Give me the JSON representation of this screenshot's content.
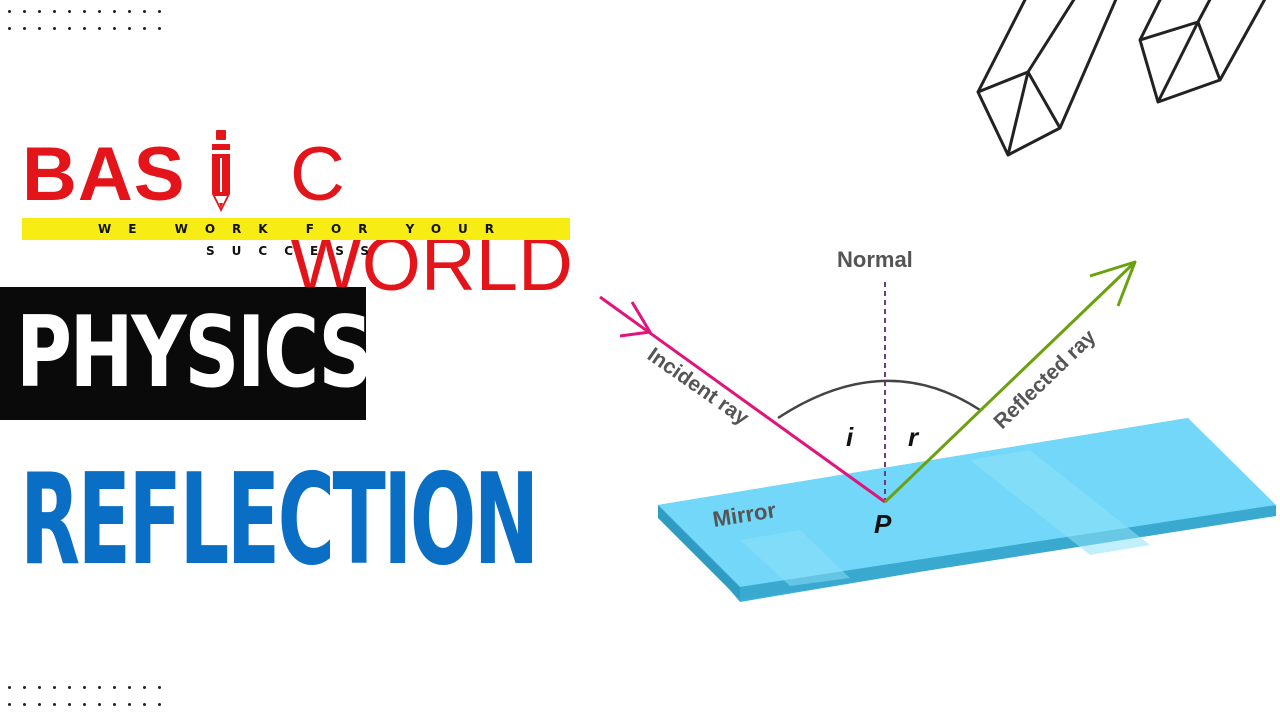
{
  "brand": {
    "name_part1": "BAS",
    "name_part2": "C WORLD",
    "tagline": "WE WORK FOR YOUR SUCCESS",
    "color": "#e3151b",
    "tagline_bg": "#f7ec13"
  },
  "subject": {
    "title": "PHYSICS"
  },
  "topic": {
    "title": "REFLECTION",
    "color": "#0a6fc4"
  },
  "diagram": {
    "normal_label": "Normal",
    "incident_label": "Incident ray",
    "reflected_label": "Reflected ray",
    "angle_i_label": "i",
    "angle_r_label": "r",
    "mirror_label": "Mirror",
    "point_label": "P",
    "colors": {
      "incident": "#e0147a",
      "reflected": "#6aa10f",
      "mirror_top": "#6fd6f7",
      "mirror_edge": "#3ab0d8"
    }
  },
  "icons": {
    "pencil": "pencil-icon",
    "prisms": "prism-outline-icon"
  }
}
